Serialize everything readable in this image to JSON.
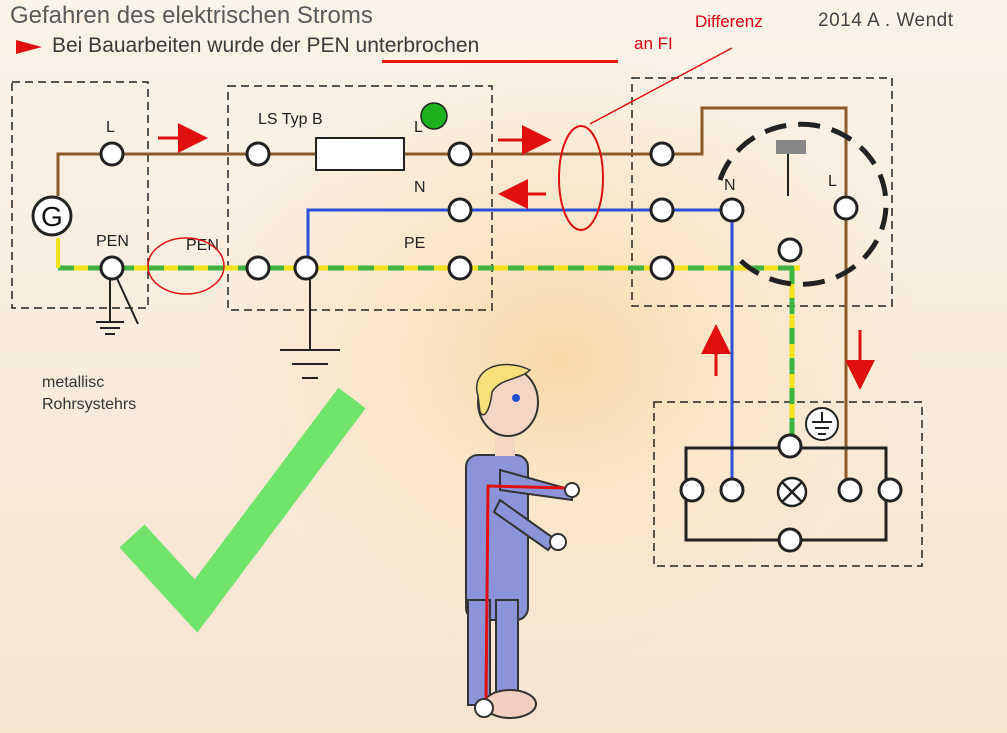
{
  "header": {
    "title": "Gefahren des elektrischen Stroms",
    "author": "2014  A . Wendt",
    "subtitle_prefix": "Bei Bauarbeiten wurde der ",
    "subtitle_highlight": "PEN unterbrochen",
    "fi_label": "an FI",
    "differenz_label": "Differenz"
  },
  "diagram": {
    "generator_label": "G",
    "gen_L": "L",
    "gen_PEN": "PEN",
    "break_PEN": "PEN",
    "ls_label": "LS Typ B",
    "dist_L": "L",
    "dist_N": "N",
    "dist_PE": "PE",
    "load_N": "N",
    "load_L": "L",
    "metal_line1": "metallisc",
    "metal_line2": "Rohrsystehrs"
  },
  "colors": {
    "phase": "#8b5a2b",
    "neutral": "#2b4fd6",
    "earth_green": "#3fb23f",
    "earth_yellow": "#f2e21b",
    "arrow": "#e01010",
    "check": "#6fe36a"
  },
  "icons": [
    "arrow-right-icon",
    "checkmark-icon",
    "ground-icon",
    "lamp-icon",
    "earth-symbol-icon"
  ]
}
